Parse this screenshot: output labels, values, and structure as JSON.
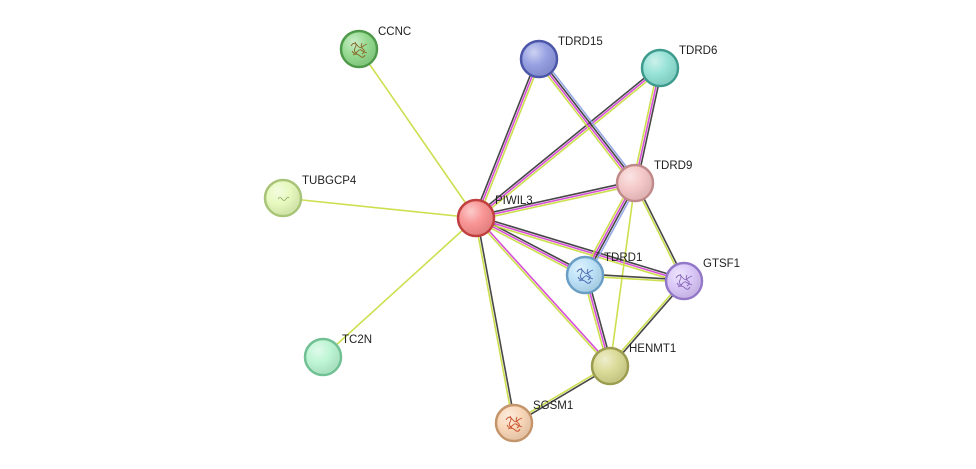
{
  "network": {
    "nodes": [
      {
        "id": "PIWIL3",
        "label": "PIWIL3",
        "fill": "#f88c8c",
        "stroke": "#c04040",
        "texture": "none"
      },
      {
        "id": "CCNC",
        "label": "CCNC",
        "fill": "#8fd88a",
        "stroke": "#4f9a4a",
        "texture": "structure-brown"
      },
      {
        "id": "TDRD15",
        "label": "TDRD15",
        "fill": "#8f9ae0",
        "stroke": "#4d57a8",
        "texture": "none"
      },
      {
        "id": "TDRD6",
        "label": "TDRD6",
        "fill": "#8fe0d4",
        "stroke": "#3f9a8e",
        "texture": "none"
      },
      {
        "id": "TDRD9",
        "label": "TDRD9",
        "fill": "#f4c4c4",
        "stroke": "#c08a8a",
        "texture": "none"
      },
      {
        "id": "TUBGCP4",
        "label": "TUBGCP4",
        "fill": "#e4f8b8",
        "stroke": "#a8c478",
        "texture": "faint-squiggle"
      },
      {
        "id": "TDRD1",
        "label": "TDRD1",
        "fill": "#b8e0f8",
        "stroke": "#6a9ec4",
        "texture": "structure-blue"
      },
      {
        "id": "GTSF1",
        "label": "GTSF1",
        "fill": "#d8c4f8",
        "stroke": "#9478c8",
        "texture": "structure-purple"
      },
      {
        "id": "HENMT1",
        "label": "HENMT1",
        "fill": "#d8d890",
        "stroke": "#9c9c50",
        "texture": "none"
      },
      {
        "id": "TC2N",
        "label": "TC2N",
        "fill": "#b8f4d0",
        "stroke": "#70c094",
        "texture": "none"
      },
      {
        "id": "SGSM1",
        "label": "SGSM1",
        "fill": "#f8d4b4",
        "stroke": "#c4946a",
        "texture": "structure-orange"
      }
    ],
    "edges": [
      {
        "source": "PIWIL3",
        "target": "CCNC",
        "evidence": [
          "#c8dc3c"
        ]
      },
      {
        "source": "PIWIL3",
        "target": "TUBGCP4",
        "evidence": [
          "#c8dc3c"
        ]
      },
      {
        "source": "PIWIL3",
        "target": "TC2N",
        "evidence": [
          "#c8dc3c"
        ]
      },
      {
        "source": "PIWIL3",
        "target": "TDRD15",
        "evidence": [
          "#333333",
          "#d23cd2",
          "#c8dc3c"
        ]
      },
      {
        "source": "PIWIL3",
        "target": "TDRD6",
        "evidence": [
          "#333333",
          "#d23cd2",
          "#c8dc3c"
        ]
      },
      {
        "source": "PIWIL3",
        "target": "TDRD9",
        "evidence": [
          "#333333",
          "#d23cd2",
          "#c8dc3c"
        ]
      },
      {
        "source": "PIWIL3",
        "target": "TDRD1",
        "evidence": [
          "#333333",
          "#d23cd2",
          "#c8dc3c"
        ]
      },
      {
        "source": "PIWIL3",
        "target": "GTSF1",
        "evidence": [
          "#333333",
          "#d23cd2",
          "#c8dc3c"
        ]
      },
      {
        "source": "PIWIL3",
        "target": "HENMT1",
        "evidence": [
          "#d23cd2",
          "#c8dc3c"
        ]
      },
      {
        "source": "PIWIL3",
        "target": "SGSM1",
        "evidence": [
          "#333333",
          "#c8dc3c"
        ]
      },
      {
        "source": "TDRD15",
        "target": "TDRD9",
        "evidence": [
          "#8ca0e6",
          "#333333",
          "#d23cd2",
          "#c8dc3c"
        ]
      },
      {
        "source": "TDRD6",
        "target": "TDRD9",
        "evidence": [
          "#333333",
          "#d23cd2",
          "#c8dc3c"
        ]
      },
      {
        "source": "TDRD9",
        "target": "TDRD1",
        "evidence": [
          "#8ca0e6",
          "#333333",
          "#d23cd2",
          "#c8dc3c"
        ]
      },
      {
        "source": "TDRD9",
        "target": "GTSF1",
        "evidence": [
          "#333333",
          "#c8dc3c"
        ]
      },
      {
        "source": "TDRD9",
        "target": "HENMT1",
        "evidence": [
          "#c8dc3c"
        ]
      },
      {
        "source": "TDRD1",
        "target": "GTSF1",
        "evidence": [
          "#333333",
          "#c8dc3c"
        ]
      },
      {
        "source": "TDRD1",
        "target": "HENMT1",
        "evidence": [
          "#333333",
          "#d23cd2",
          "#c8dc3c"
        ]
      },
      {
        "source": "GTSF1",
        "target": "HENMT1",
        "evidence": [
          "#333333",
          "#c8dc3c"
        ]
      },
      {
        "source": "HENMT1",
        "target": "SGSM1",
        "evidence": [
          "#333333",
          "#c8dc3c"
        ]
      }
    ]
  }
}
